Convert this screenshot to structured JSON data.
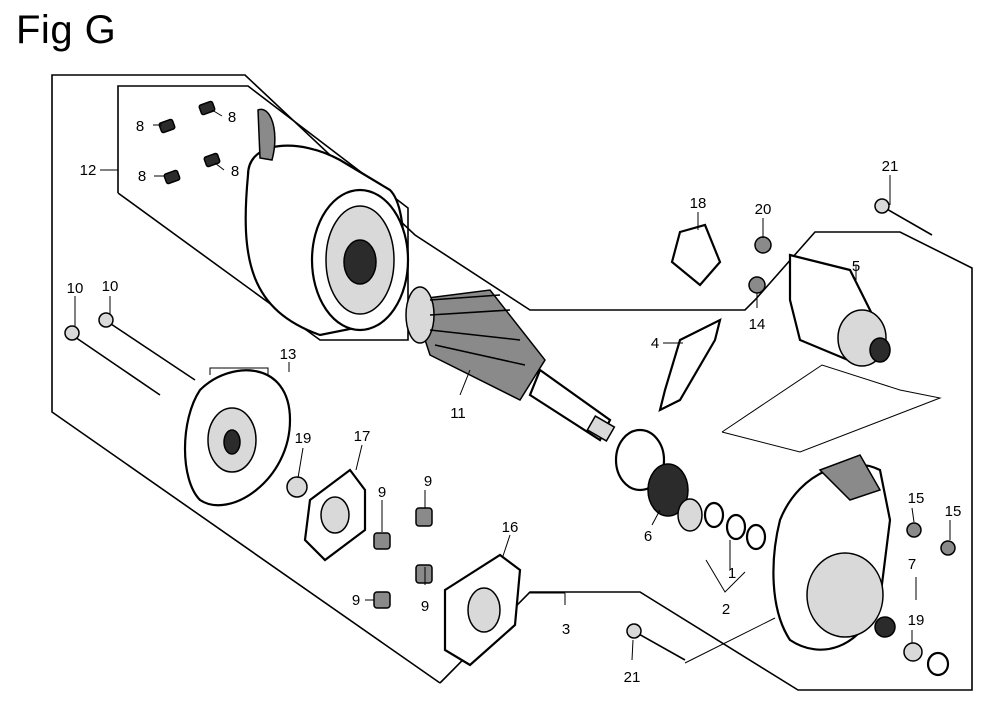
{
  "figure": {
    "title": "Fig G",
    "callouts": {
      "c1": "1",
      "c2": "2",
      "c3": "3",
      "c4": "4",
      "c5": "5",
      "c6": "6",
      "c7": "7",
      "c8a": "8",
      "c8b": "8",
      "c8c": "8",
      "c8d": "8",
      "c9a": "9",
      "c9b": "9",
      "c9c": "9",
      "c9d": "9",
      "c10a": "10",
      "c10b": "10",
      "c11": "11",
      "c12": "12",
      "c13": "13",
      "c14": "14",
      "c15a": "15",
      "c15b": "15",
      "c16": "16",
      "c17": "17",
      "c18": "18",
      "c19a": "19",
      "c19b": "19",
      "c20": "20",
      "c21a": "21",
      "c21b": "21"
    }
  }
}
